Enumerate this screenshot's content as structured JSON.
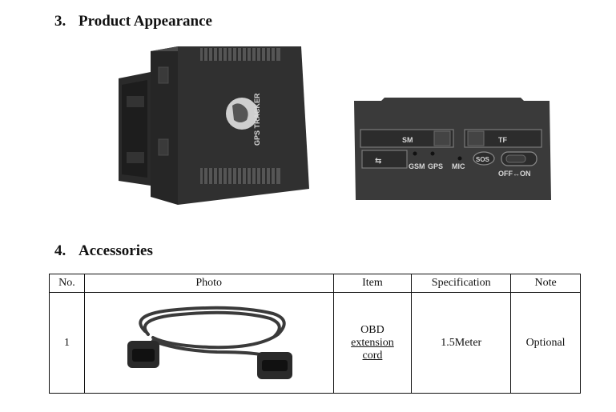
{
  "sections": [
    {
      "number": "3.",
      "title": "Product Appearance"
    },
    {
      "number": "4.",
      "title": "Accessories"
    }
  ],
  "device_labels": {
    "brand": "GPS TRACKER",
    "sim_slot": "SM",
    "card_slot": "TF",
    "gsm": "GSM",
    "gps": "GPS",
    "mic": "MIC",
    "sos": "SOS",
    "switch": "OFF↔ON"
  },
  "accessories_table": {
    "headers": [
      "No.",
      "Photo",
      "Item",
      "Specification",
      "Note"
    ],
    "rows": [
      {
        "no": "1",
        "item_lines": [
          "OBD",
          "extension",
          "cord"
        ],
        "specification": "1.5Meter",
        "note": "Optional"
      }
    ]
  }
}
